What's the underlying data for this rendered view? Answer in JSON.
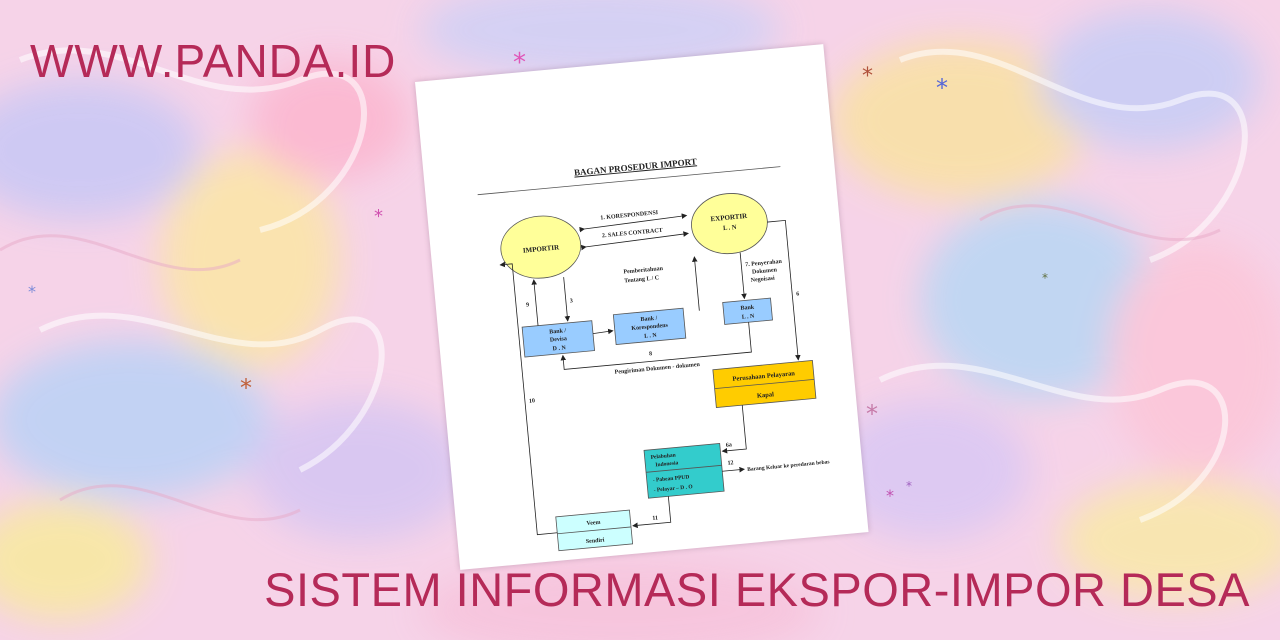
{
  "header": {
    "site": "WWW.PANDA.ID"
  },
  "footer": {
    "caption": "SISTEM INFORMASI EKSPOR-IMPOR DESA"
  },
  "diagram": {
    "title": "BAGAN PROSEDUR IMPORT",
    "nodes": {
      "importir": "IMPORTIR",
      "exportir_line1": "EXPORTIR",
      "exportir_line2": "L . N",
      "bank_dn_line1": "Bank /",
      "bank_dn_line2": "Devisa",
      "bank_dn_line3": "D . N",
      "bank_kor_line1": "Bank /",
      "bank_kor_line2": "Korespondens",
      "bank_kor_line3": "L . N",
      "bank_ln_line1": "Bank",
      "bank_ln_line2": "L . N",
      "pelayaran_top": "Perusahaan Pelayaran",
      "pelayaran_bottom": "Kapal",
      "pelabuhan_line1": "Pelabuhan",
      "pelabuhan_line2": "Indonesia",
      "pelabuhan_item1": "-   Pabean PPUD",
      "pelabuhan_item2": "-   Pelayar – D . O",
      "veem_top": "Veem",
      "veem_bottom": "Sendiri"
    },
    "labels": {
      "korespondensi": "1.   KORESPONDENSI",
      "sales_contract": "2.   SALES CONTRACT",
      "pemberitahuan_line1": "Pemberitahuan",
      "pemberitahuan_line2": "Tentang L / C",
      "penyerahan_line1": "7. Penyerahan",
      "penyerahan_line2": "Dokumen",
      "penyerahan_line3": "Negoisasi",
      "pengiriman": "Pengiriman Dokumen - dokumen",
      "barang_keluar": "Barang Keluar ke peredaran bebas",
      "n3": "3",
      "n6": "6",
      "n6a": "6a",
      "n8": "8",
      "n9": "9",
      "n10": "10",
      "n11": "11",
      "n12": "12"
    }
  },
  "colors": {
    "accent_text": "#b52a58",
    "circle": "#ffff99",
    "bank_box": "#99ccff",
    "pelayaran_box": "#ffcc00",
    "pelabuhan_box": "#33cccc",
    "veem_box": "#ccffff"
  },
  "icons": [
    "sparkle-star-icon"
  ]
}
